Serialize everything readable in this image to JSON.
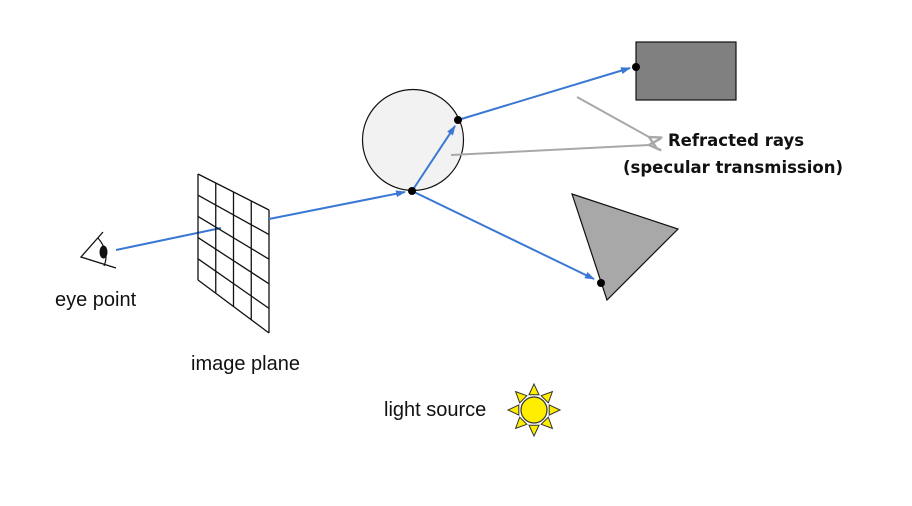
{
  "labels": {
    "eye_point": "eye point",
    "image_plane": "image plane",
    "light_source": "light source",
    "refracted_line1": "Refracted rays",
    "refracted_line2": "(specular transmission)"
  },
  "colors": {
    "ray": "#3a78d4",
    "annotation_arrow": "#a8a8a8",
    "sphere_fill": "#f2f2f2",
    "rectangle_fill": "#808080",
    "triangle_fill": "#a8a8a8",
    "sun_fill": "#ffee00"
  },
  "image_plane_grid": {
    "columns": 4,
    "rows": 5
  }
}
